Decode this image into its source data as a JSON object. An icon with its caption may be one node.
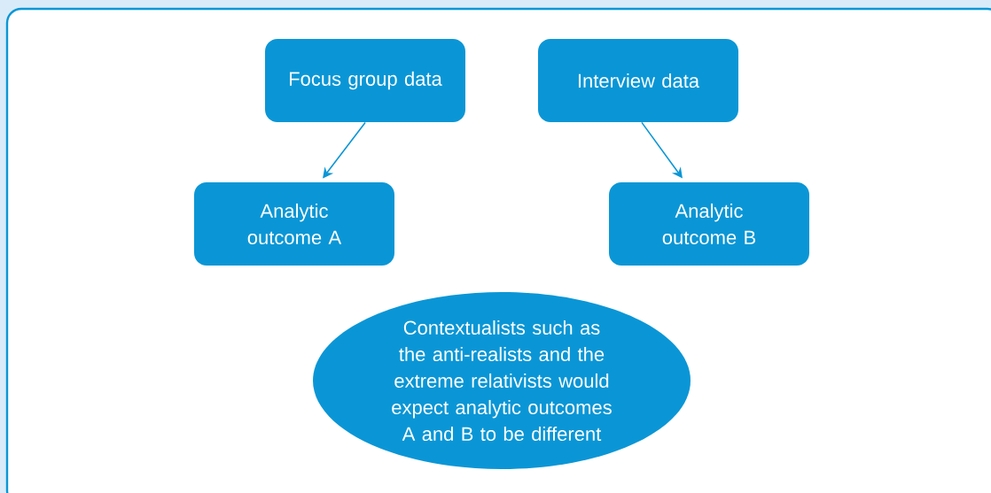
{
  "diagram": {
    "nodes": [
      {
        "text": [
          "Focus group data"
        ]
      },
      {
        "text": [
          "Interview data"
        ]
      },
      {
        "text": [
          "Analytic outcome A"
        ]
      },
      {
        "text": [
          "Analytic outcome B"
        ]
      },
      {
        "text": [
          "Contextualists such as the anti-realists and the extreme relativists would expect analytic outcomes A and B to be different"
        ]
      }
    ],
    "edges": [
      {
        "from": 0,
        "to": 2,
        "arrow": "to"
      },
      {
        "from": 1,
        "to": 3,
        "arrow": "to"
      }
    ]
  }
}
